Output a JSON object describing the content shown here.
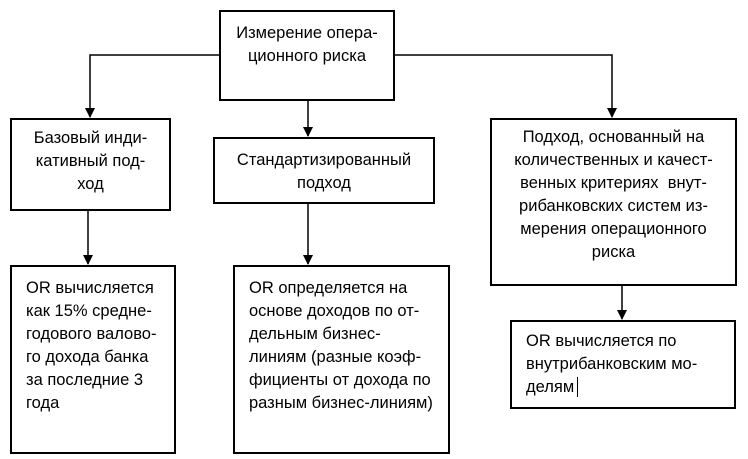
{
  "diagram": {
    "root": {
      "lines": [
        "Измерение опера-",
        "ционного риска"
      ]
    },
    "approaches": [
      {
        "lines": [
          "Базовый инди-",
          "кативный под-",
          "ход"
        ],
        "detail": [
          "OR вычисляется",
          "как 15% средне-",
          "годового валово-",
          "го дохода банка",
          "за последние 3",
          "года"
        ]
      },
      {
        "lines": [
          "Стандартизированный",
          "подход"
        ],
        "detail": [
          "OR определяется на",
          "основе доходов по от-",
          "дельным бизнес-",
          "линиям (разные коэф-",
          "фициенты от дохода по",
          "разным бизнес-линиям)"
        ]
      },
      {
        "lines": [
          "Подход, основанный на",
          "количественных и качест-",
          "венных критериях  внут-",
          "рибанковских систем из-",
          "мерения операционного",
          "риска"
        ],
        "detail": [
          "OR вычисляется по",
          "внутрибанковским мо-",
          "делям"
        ]
      }
    ]
  }
}
